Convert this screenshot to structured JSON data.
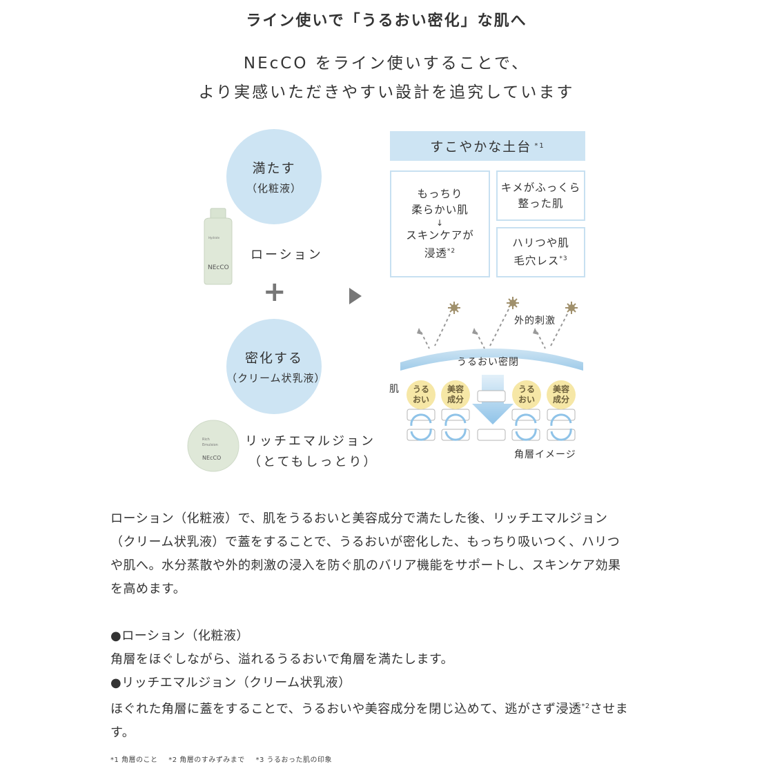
{
  "headline": "ライン使いで「うるおい密化」な肌へ",
  "subtitle": {
    "line1": "NEcCO をライン使いすることで、",
    "line2": "より実感いただきやすい設計を追究しています"
  },
  "left": {
    "circle1": {
      "title": "満たす",
      "sub": "（化粧液）"
    },
    "product1": {
      "bottle_text_small": "Hydrate",
      "bottle_brand": "NEcCO",
      "label": "ローション"
    },
    "circle2": {
      "title": "密化する",
      "sub": "（クリーム状乳液）"
    },
    "product2": {
      "jar_line1": "Rich",
      "jar_line2": "Emulsion",
      "jar_brand": "NEcCO",
      "label_line1": "リッチエマルジョン",
      "label_line2": "（とてもしっとり）"
    },
    "plus": "+"
  },
  "right": {
    "banner": {
      "text": "すこやかな土台",
      "note": "*1"
    },
    "box1": {
      "line1": "もっちり",
      "line2": "柔らかい肌",
      "arrow": "↓",
      "line3": "スキンケアが",
      "line4": "浸透",
      "note": "*2"
    },
    "box2": {
      "line1": "キメがふっくら",
      "line2": "整った肌"
    },
    "box3": {
      "line1": "ハリつや肌",
      "line2": "毛穴レス",
      "note": "*3"
    }
  },
  "diagram": {
    "external_label": "外的刺激",
    "seal_label": "うるおい密閉",
    "skin_label": "肌",
    "moist_label_1": "うる",
    "moist_label_2": "おい",
    "beauty_label_1": "美容",
    "beauty_label_2": "成分",
    "layer_label": "角層イメージ"
  },
  "body": {
    "para1_line1": "ローション（化粧液）で、肌をうるおいと美容成分で満たした後、リッチエマルジョン",
    "para1_line2": "（クリーム状乳液）で蓋をすることで、うるおいが密化した、もっちり吸いつく、ハリつ",
    "para1_line3": "や肌へ。水分蒸散や外的刺激の浸入を防ぐ肌のバリア機能をサポートし、スキンケア効果",
    "para1_line4": "を高めます。",
    "item1_title": "●ローション（化粧液）",
    "item1_text": "角層をほぐしながら、溢れるうるおいで角層を満たします。",
    "item2_title": "●リッチエマルジョン（クリーム状乳液）",
    "item2_text_a": "ほぐれた角層に蓋をすることで、うるおいや美容成分を閉じ込めて、逃がさず浸透",
    "item2_note": "*2",
    "item2_text_b": "させま",
    "item2_text_c": "す。"
  },
  "footnotes": {
    "f1": "*1 角層のこと",
    "f2": "*2 角層のすみずみまで",
    "f3": "*3 うるおった肌の印象"
  },
  "colors": {
    "light_blue": "#cde4f3",
    "box_border": "#c7e0f1",
    "yellow_dot": "#f6e7a6",
    "product_green": "#dfe8d8",
    "star": "#a0906c",
    "text": "#333333"
  }
}
